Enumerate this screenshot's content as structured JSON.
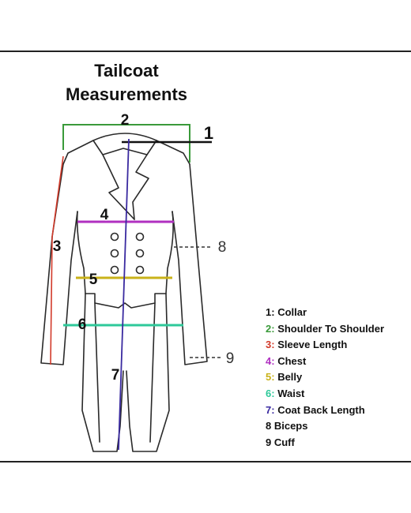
{
  "title": {
    "line1": "Tailcoat",
    "line2": "Measurements"
  },
  "diagram_numbers": {
    "n1": "1",
    "n2": "2",
    "n3": "3",
    "n4": "4",
    "n5": "5",
    "n6": "6",
    "n7": "7",
    "n8": "8",
    "n9": "9"
  },
  "colors": {
    "collar": "#111111",
    "shoulder": "#3a9a3a",
    "sleeve": "#d23a2a",
    "chest": "#b030c0",
    "belly": "#c9b21a",
    "waist": "#2ec99a",
    "back_length": "#3a2aa0"
  },
  "legend": [
    {
      "num": "1:",
      "label": "Collar",
      "color": "#111111"
    },
    {
      "num": "2:",
      "label": "Shoulder To Shoulder",
      "color": "#3a9a3a"
    },
    {
      "num": "3:",
      "label": "Sleeve Length",
      "color": "#d23a2a"
    },
    {
      "num": "4:",
      "label": "Chest",
      "color": "#b030c0"
    },
    {
      "num": "5:",
      "label": "Belly",
      "color": "#c9b21a"
    },
    {
      "num": "6:",
      "label": "Waist",
      "color": "#2ec99a"
    },
    {
      "num": "7:",
      "label": "Coat Back Length",
      "color": "#3a2aa0"
    },
    {
      "num": "",
      "label": "8 Biceps",
      "color": "#111111"
    },
    {
      "num": "",
      "label": "9 Cuff",
      "color": "#111111"
    }
  ]
}
